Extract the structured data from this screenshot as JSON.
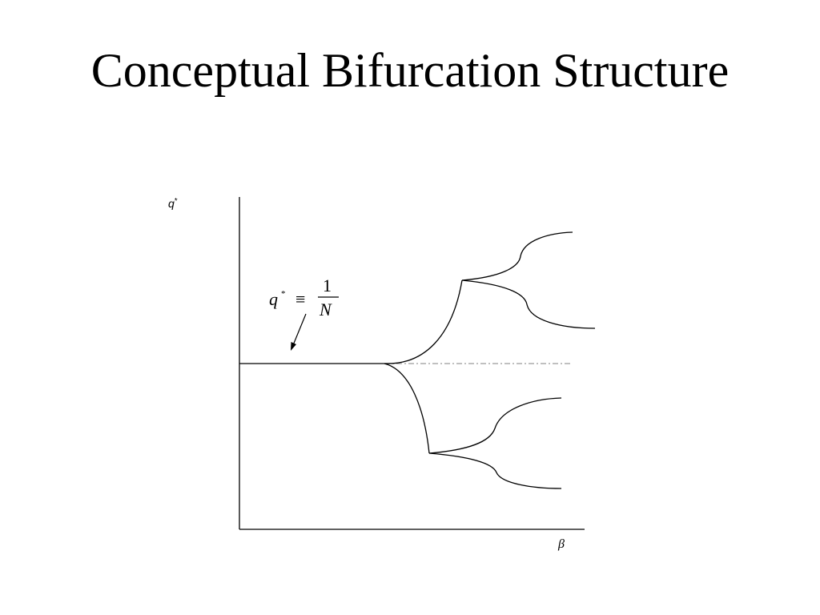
{
  "slide": {
    "title": "Conceptual Bifurcation Structure"
  },
  "diagram": {
    "y_axis_label": "q",
    "y_axis_label_sup": "*",
    "x_axis_label": "β",
    "annotation": {
      "lhs": "q",
      "lhs_sup": "*",
      "operator": "≡",
      "numerator": "1",
      "denominator": "N"
    },
    "colors": {
      "line": "#000000",
      "dashed": "#9a9a9a",
      "background": "#ffffff"
    }
  }
}
